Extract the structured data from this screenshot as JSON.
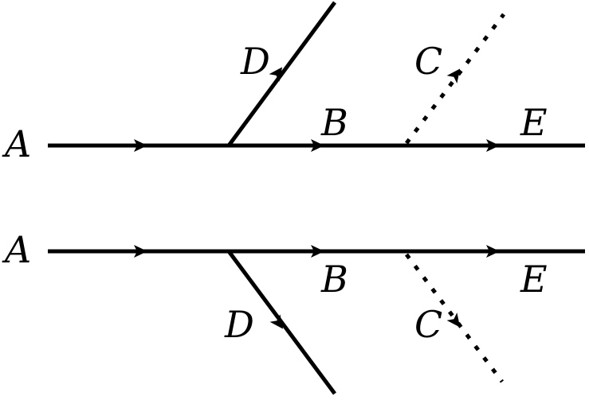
{
  "colors": {
    "background": "#ffffff",
    "stroke": "#000000"
  },
  "diagrams": [
    {
      "labels": {
        "start": "A",
        "main_middle": "B",
        "main_end": "E",
        "solid_branch": "D",
        "dotted_branch": "C"
      },
      "solid_branch_direction": "up-right",
      "dotted_branch_direction": "up-right"
    },
    {
      "labels": {
        "start": "A",
        "main_middle": "B",
        "main_end": "E",
        "solid_branch": "D",
        "dotted_branch": "C"
      },
      "solid_branch_direction": "down-right",
      "dotted_branch_direction": "down-right"
    }
  ]
}
